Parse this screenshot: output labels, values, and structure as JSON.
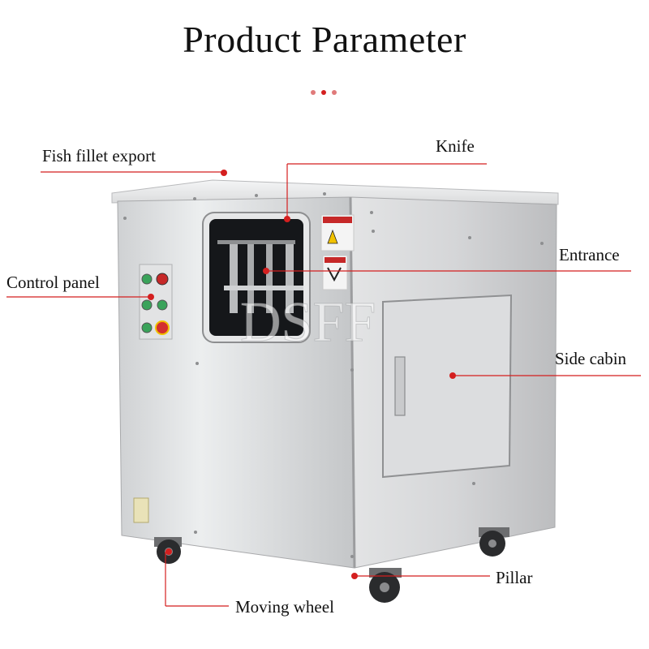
{
  "title": "Product Parameter",
  "watermark": "DSFF",
  "accent_color": "#d41f1f",
  "labels": {
    "fish_fillet_export": "Fish fillet export",
    "knife": "Knife",
    "entrance": "Entrance",
    "control_panel": "Control panel",
    "side_cabin": "Side cabin",
    "pillar": "Pillar",
    "moving_wheel": "Moving wheel"
  }
}
